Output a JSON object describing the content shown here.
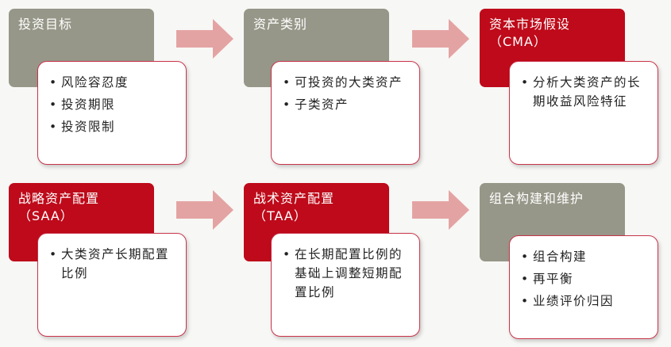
{
  "colors": {
    "header_gray": "#979789",
    "header_red": "#be0a1a",
    "detail_border": "#c8344a",
    "arrow_fill": "#e4a3a3"
  },
  "steps": [
    {
      "id": "investment-objectives",
      "title": "投资目标",
      "style": "gray",
      "items": [
        "风险容忍度",
        "投资期限",
        "投资限制"
      ]
    },
    {
      "id": "asset-classes",
      "title": "资产类别",
      "style": "gray",
      "items": [
        "可投资的大类资产",
        "子类资产"
      ]
    },
    {
      "id": "cma",
      "title": "资本市场假设\n（CMA）",
      "style": "red",
      "items": [
        "分析大类资产的长期收益风险特征"
      ]
    },
    {
      "id": "saa",
      "title": "战略资产配置\n（SAA）",
      "style": "red",
      "items": [
        "大类资产长期配置比例"
      ]
    },
    {
      "id": "taa",
      "title": "战术资产配置\n（TAA）",
      "style": "red",
      "items": [
        "在长期配置比例的基础上调整短期配置比例"
      ]
    },
    {
      "id": "portfolio-construction",
      "title": "组合构建和维护",
      "style": "gray",
      "items": [
        "组合构建",
        "再平衡",
        "业绩评价归因"
      ]
    }
  ]
}
